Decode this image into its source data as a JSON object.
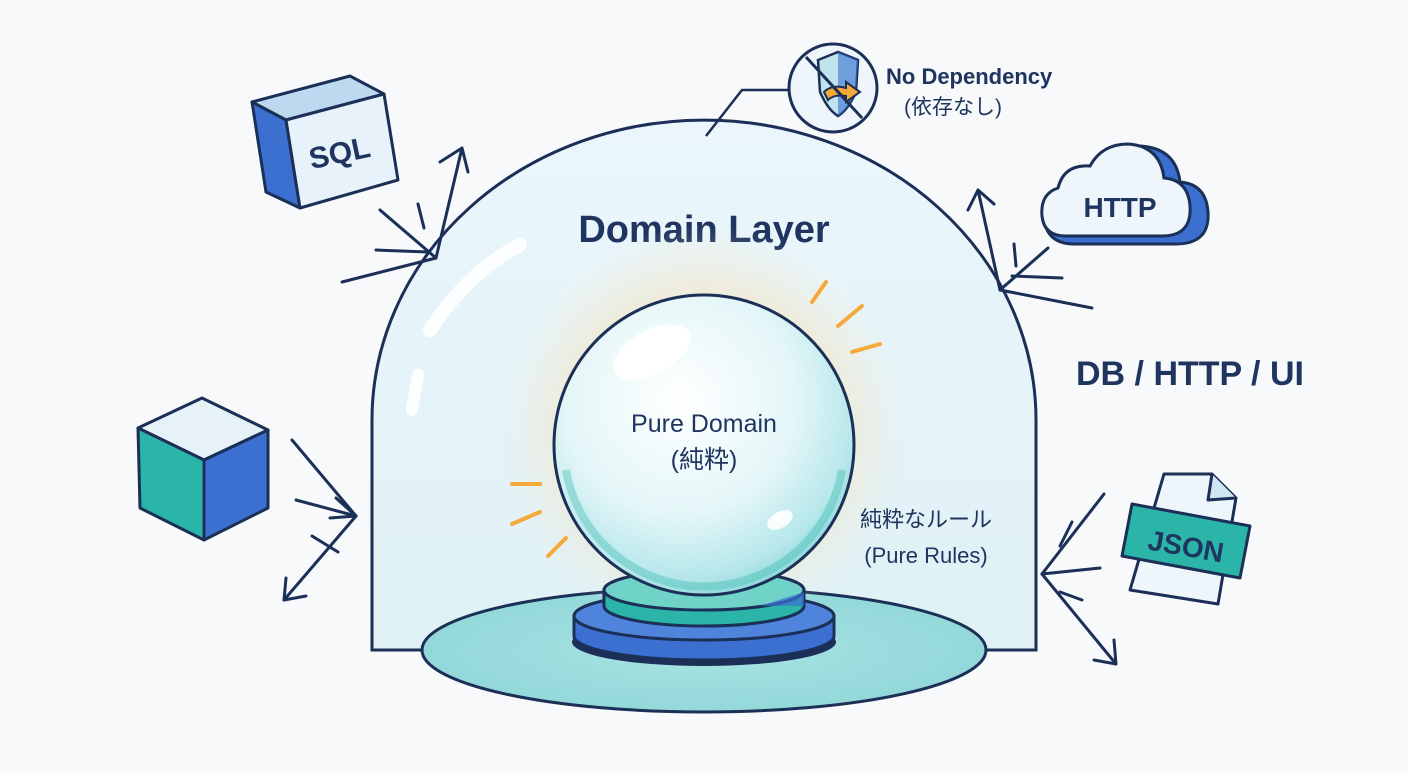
{
  "diagram": {
    "title": "Domain Layer",
    "core": {
      "line1": "Pure Domain",
      "line2": "(純粋)"
    },
    "rules": {
      "line1": "純粋なルール",
      "line2": "(Pure Rules)"
    },
    "no_dependency": {
      "line1": "No Dependency",
      "line2": "(依存なし)",
      "icon": "shield-no-dependency-icon"
    },
    "outside_label": "DB / HTTP / UI",
    "external_items": [
      {
        "label": "SQL",
        "icon": "sql-box-icon"
      },
      {
        "label": "HTTP",
        "icon": "cloud-icon"
      },
      {
        "label": "JSON",
        "icon": "json-file-icon"
      },
      {
        "label": "",
        "icon": "cube-icon"
      }
    ],
    "colors": {
      "outline": "#1b2f57",
      "blue": "#3b6fd0",
      "teal": "#2bb5a8",
      "light_teal": "#bfe9ec",
      "glow": "#f7b44a",
      "background": "#f7f9fb"
    }
  }
}
